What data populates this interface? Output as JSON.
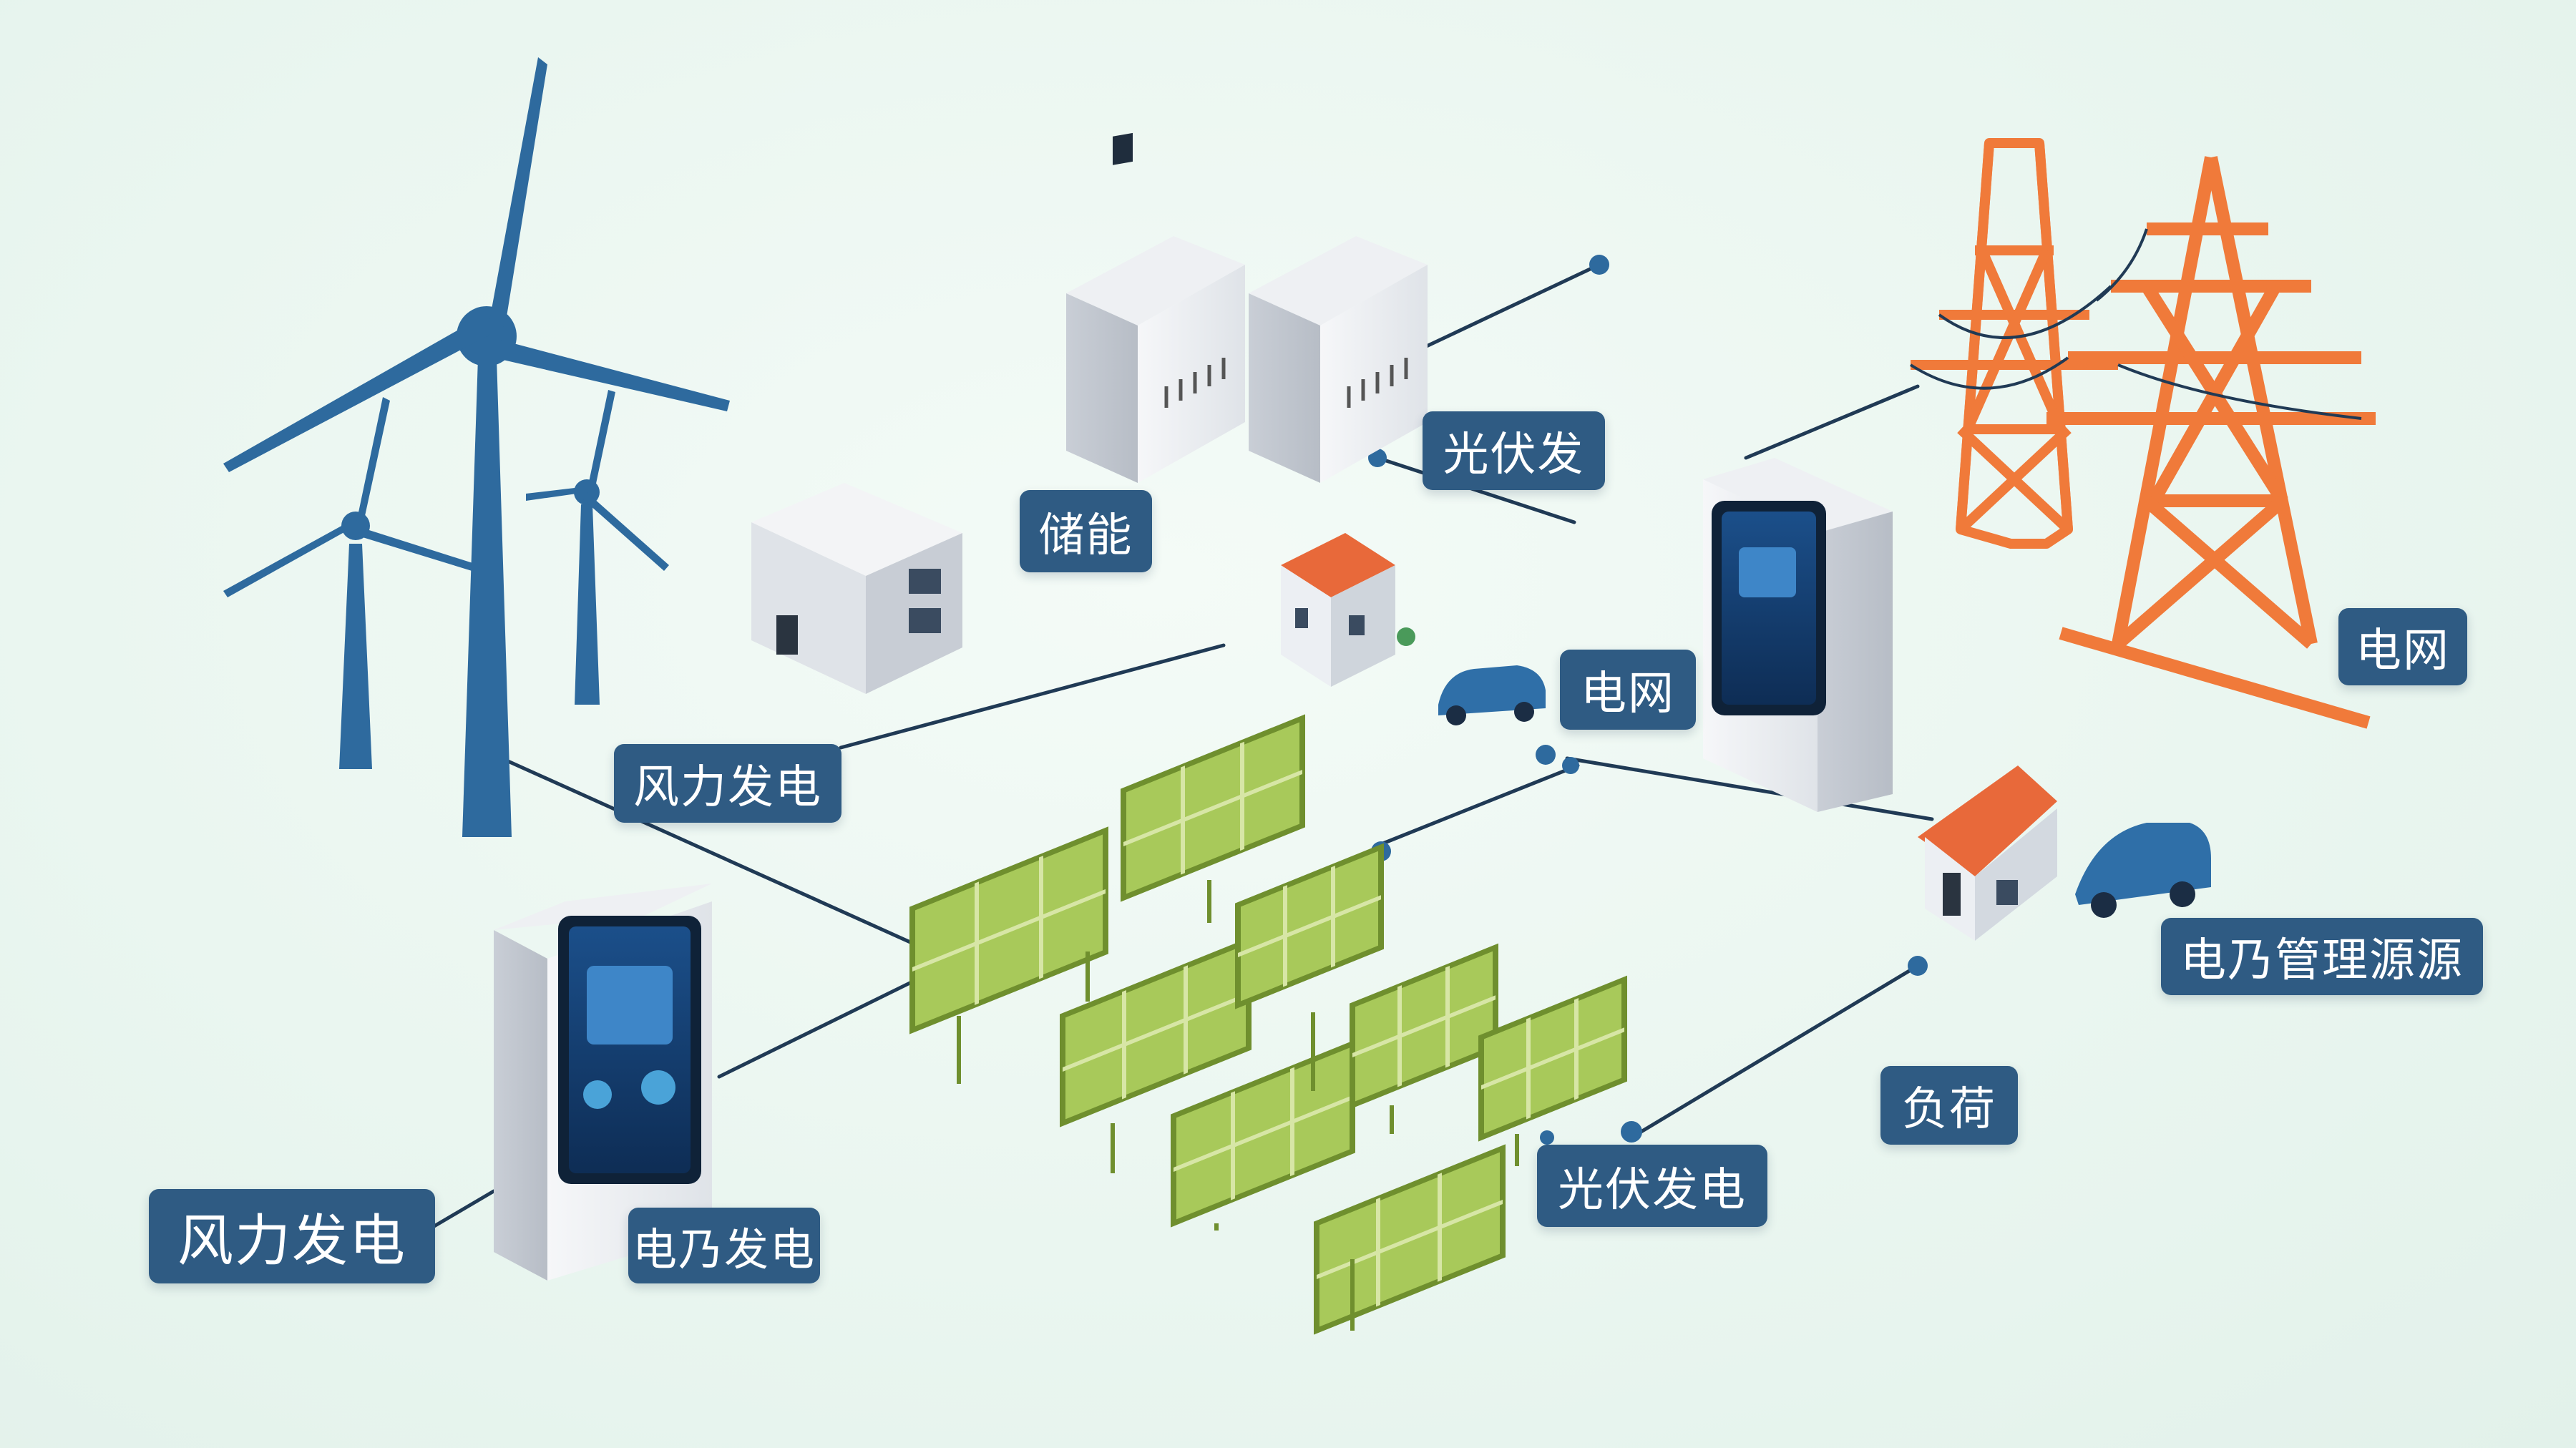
{
  "labels": {
    "chuneng": "储能",
    "guangfu_fa": "光伏发",
    "dianwang_center": "电网",
    "dianwang_right": "电网",
    "fengli_fadian_mid": "风力发电",
    "fengli_fadian_left": "风力发电",
    "dian_nai_fadian": "电乃发电",
    "guangfu_fadian": "光伏发电",
    "fuhe": "负荷",
    "dian_nai_guanli": "电乃管理源源"
  },
  "colors": {
    "label_bg": "#2f5b83",
    "wind_turbine": "#2e6a9e",
    "tower": "#f07a3a",
    "solar_panel": "#a8c95a",
    "roof": "#e8693a",
    "car": "#2f6fa8",
    "line": "#203a55"
  },
  "icons": [
    "wind-turbine-icon",
    "storage-cabinet-icon",
    "building-icon",
    "house-icon",
    "solar-panel-icon",
    "transmission-tower-icon",
    "car-icon",
    "charging-kiosk-icon"
  ]
}
